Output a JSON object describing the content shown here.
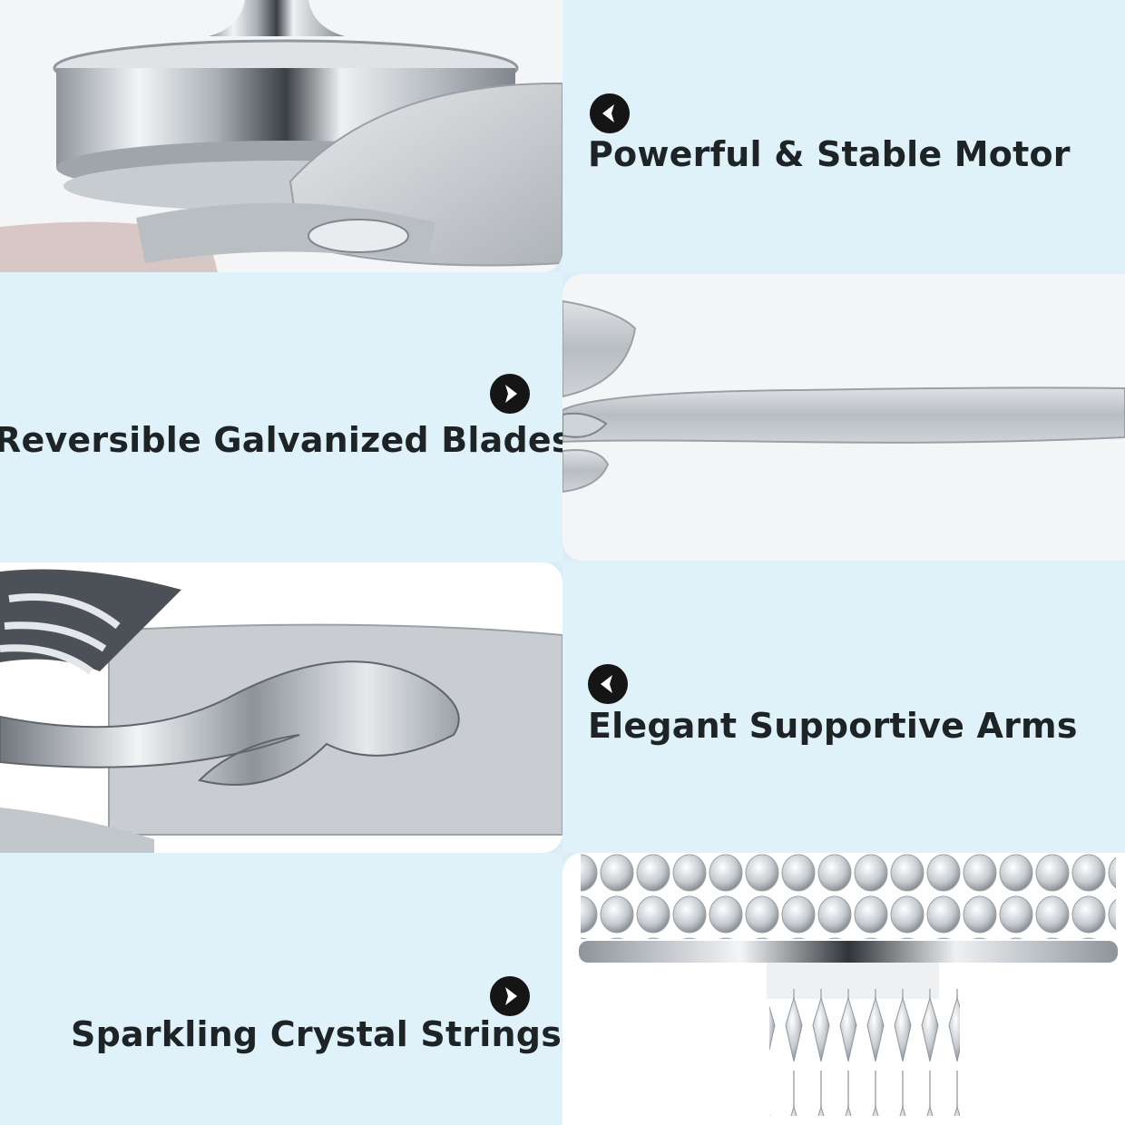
{
  "features": [
    {
      "label": "Powerful & Stable Motor",
      "icon": "chevron-left-circle-icon"
    },
    {
      "label": "Reversible Galvanized Blades",
      "icon": "chevron-right-circle-icon"
    },
    {
      "label": "Elegant Supportive Arms",
      "icon": "chevron-left-circle-icon"
    },
    {
      "label": "Sparkling Crystal Strings",
      "icon": "chevron-right-circle-icon"
    }
  ],
  "colors": {
    "background": "#dbeef7",
    "text": "#1e2326",
    "icon": "#151515",
    "chrome": "#c9ced3"
  }
}
